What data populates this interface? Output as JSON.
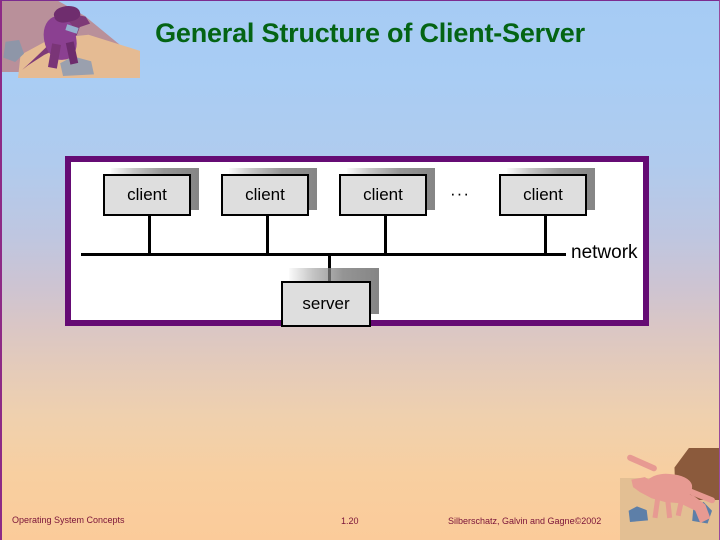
{
  "slide": {
    "title": "General Structure of Client-Server",
    "title_color": "#046414",
    "frame_color": "#650b74",
    "background_top_color": "#a6cbf4",
    "background_bottom_color": "#fbcb9a"
  },
  "diagram": {
    "type": "network-topology",
    "nodes": [
      {
        "label": "client",
        "role": "client"
      },
      {
        "label": "client",
        "role": "client"
      },
      {
        "label": "client",
        "role": "client"
      },
      {
        "label": "client",
        "role": "client"
      },
      {
        "label": "server",
        "role": "server"
      }
    ],
    "ellipsis": "···",
    "bus_label": "network",
    "node_fill": "#dedede",
    "node_border": "#000000"
  },
  "footer": {
    "book_title": "Operating System Concepts",
    "page_number": "1.20",
    "copyright": "Silberschatz, Galvin and Gagne©2002",
    "text_color": "#7a1338"
  },
  "decorations": {
    "top_left": "dinosaur-graphic",
    "bottom_right": "dinosaur-graphic"
  }
}
